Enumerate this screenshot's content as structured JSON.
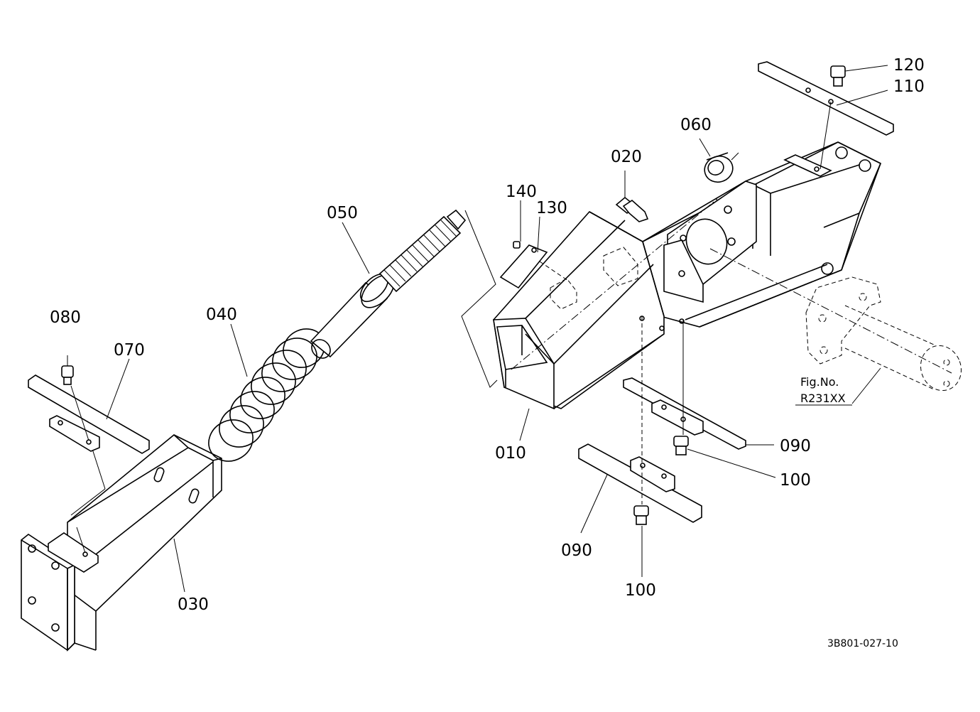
{
  "diagram": {
    "labels": {
      "p010": "010",
      "p020": "020",
      "p030": "030",
      "p040": "040",
      "p050": "050",
      "p060": "060",
      "p070": "070",
      "p080": "080",
      "p090a": "090",
      "p090b": "090",
      "p100a": "100",
      "p100b": "100",
      "p110": "110",
      "p120": "120",
      "p130": "130",
      "p140": "140"
    },
    "reference": {
      "line1": "Fig.No.",
      "line2": "R231XX"
    },
    "drawing_code": "3B801-027-10"
  }
}
